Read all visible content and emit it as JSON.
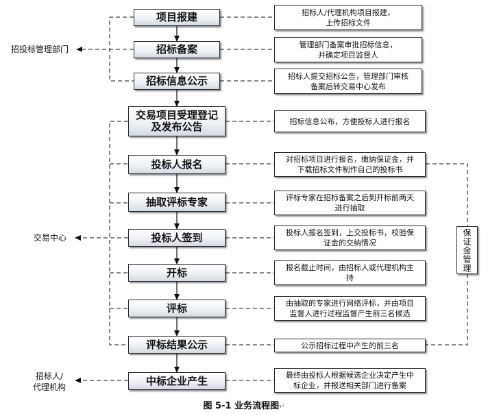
{
  "steps": [
    "项目报建",
    "招标备案",
    "招标信息公示",
    "交易项目受理登记\n及发布公告",
    "投标人报名",
    "抽取评标专家",
    "投标人签到",
    "开标",
    "评标",
    "评标结果公示",
    "中标企业产生"
  ],
  "notes": [
    "招标人/代理机构项目报建，\n上传招标文件",
    "管理部门备案审批招标信息，\n并确定项目监督人",
    "招标人提交招标公告，管理部门审核\n备案后转交易中心发布",
    "招标信息公布，方便投标人进行报名",
    "对招标项目进行报名，缴纳保证金，并\n下载招标文件制作自己的投标书",
    "评标专家在招标备案之后到开标前两天\n进行抽取",
    "投标人报名签到，上交投标书，校验保\n证金的交纳情况",
    "报名截止时间，由招标人或代理机构主\n持",
    "由抽取的专家进行网络评标，并由项目\n监督人进行过程监督产生前三名候选",
    "公示招标过程中产生的前三名",
    "最终由投标人根据候选企业决定产生中\n标企业，并报送相关部门进行备案"
  ],
  "side_labels": {
    "management": "招投标管理部门",
    "center": "交易中心",
    "bidder": "招标人/\n代理机构"
  },
  "deposit_box": "保证金管理",
  "caption": "图 5-1  业务流程图",
  "caption_mark": "↵"
}
